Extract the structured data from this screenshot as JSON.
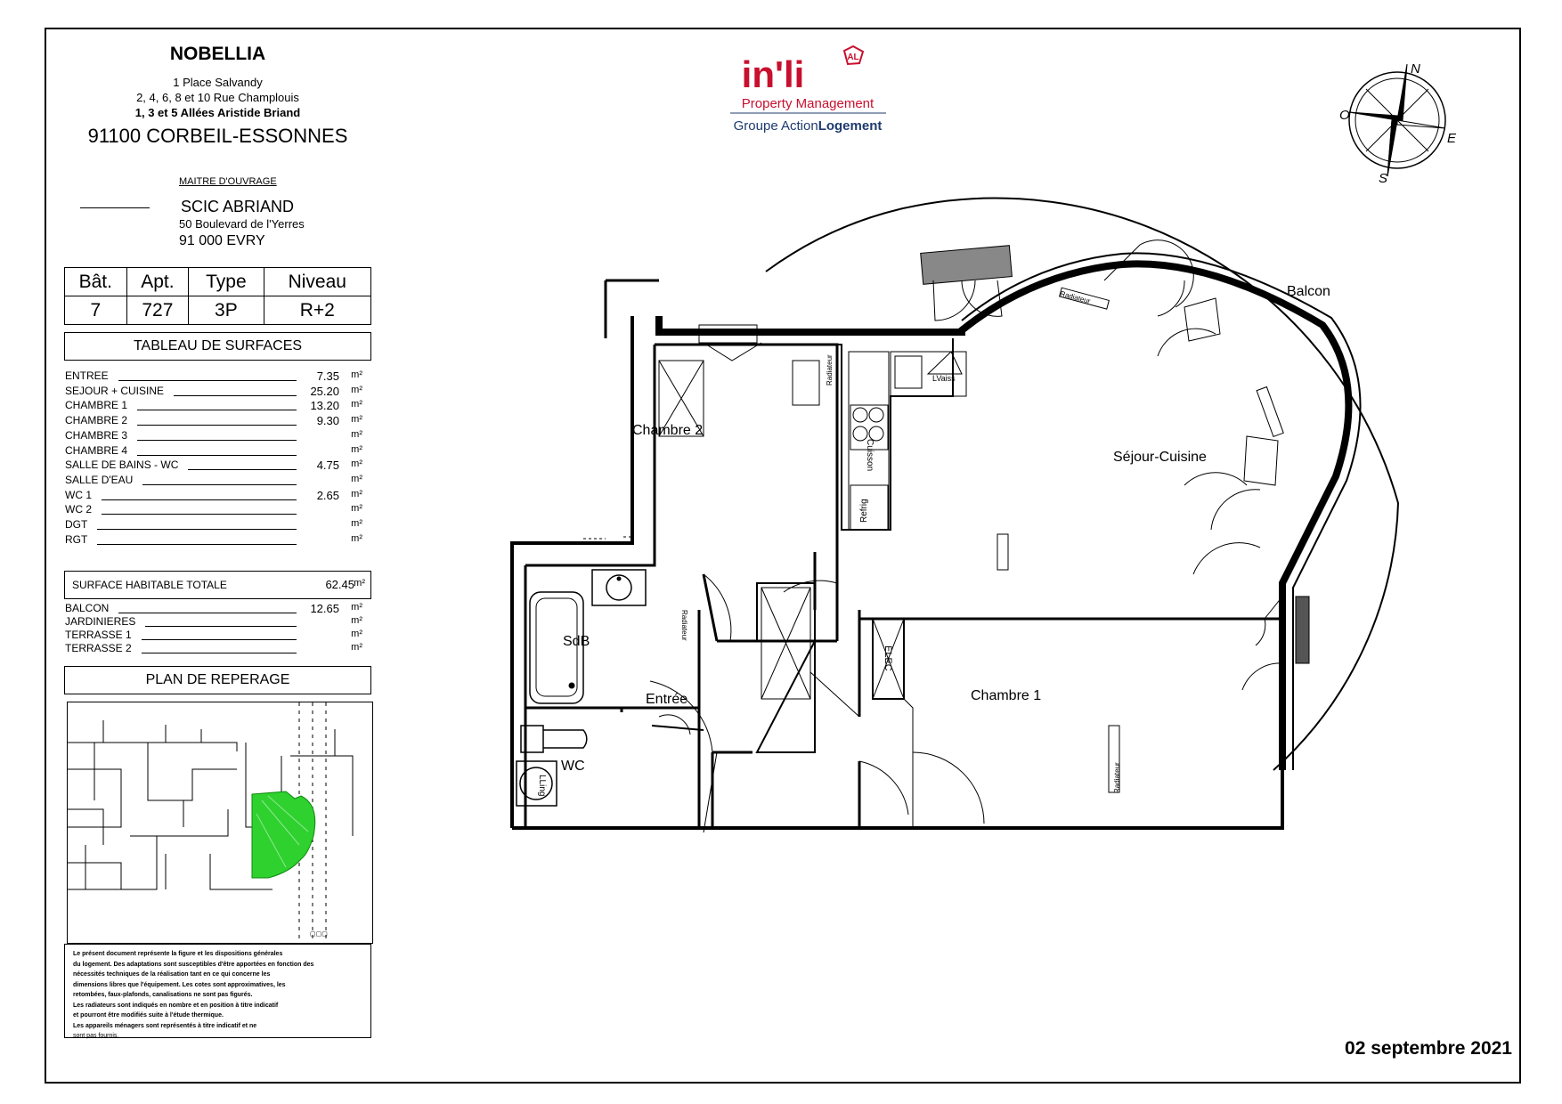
{
  "header": {
    "project": "NOBELLIA",
    "address_lines": [
      "1 Place Salvandy",
      "2, 4, 6, 8 et 10 Rue Champlouis",
      "1, 3 et 5 Allées Aristide Briand"
    ],
    "city": "91100 CORBEIL-ESSONNES",
    "owner_heading": "MAITRE D'OUVRAGE",
    "owner_name": "SCIC ABRIAND",
    "owner_street": "50 Boulevard de l'Yerres",
    "owner_city": "91 000 EVRY"
  },
  "lot": {
    "headers": [
      "Bât.",
      "Apt.",
      "Type",
      "Niveau"
    ],
    "values": [
      "7",
      "727",
      "3P",
      "R+2"
    ]
  },
  "surfaces": {
    "heading": "TABLEAU DE SURFACES",
    "unit": "m²",
    "rows": [
      {
        "label": "ENTREE",
        "value": "7.35"
      },
      {
        "label": "SEJOUR + CUISINE",
        "value": "25.20"
      },
      {
        "label": "CHAMBRE 1",
        "value": "13.20"
      },
      {
        "label": "CHAMBRE 2",
        "value": "9.30"
      },
      {
        "label": "CHAMBRE 3",
        "value": ""
      },
      {
        "label": "CHAMBRE 4",
        "value": ""
      },
      {
        "label": "SALLE DE BAINS - WC",
        "value": "4.75"
      },
      {
        "label": "SALLE D'EAU",
        "value": ""
      },
      {
        "label": "WC 1",
        "value": "2.65"
      },
      {
        "label": "WC 2",
        "value": ""
      },
      {
        "label": "DGT",
        "value": ""
      },
      {
        "label": "RGT",
        "value": ""
      }
    ],
    "total_label": "SURFACE HABITABLE TOTALE",
    "total_value": "62.45",
    "exterior_rows": [
      {
        "label": "BALCON",
        "value": "12.65"
      },
      {
        "label": "JARDINIERES",
        "value": ""
      },
      {
        "label": "TERRASSE 1",
        "value": ""
      },
      {
        "label": "TERRASSE 2",
        "value": ""
      }
    ]
  },
  "reperage": {
    "heading": "PLAN DE REPERAGE",
    "highlight_color": "#2fd12f"
  },
  "note_lines": [
    "Le présent document représente la figure et les dispositions générales",
    "du logement. Des adaptations sont susceptibles d'être apportées en fonction des",
    "nécessités techniques de la réalisation tant en ce qui concerne les",
    "dimensions libres que l'équipement. Les cotes sont approximatives, les",
    "retombées, faux-plafonds, canalisations ne sont pas figurés.",
    "Les radiateurs sont indiqués en nombre et en position à titre indicatif",
    "et pourront être modifiés suite à l'étude thermique.",
    "Les appareils ménagers sont représentés à titre indicatif et ne",
    "sont pas fournis."
  ],
  "logo": {
    "brand": "in'li",
    "badge": "AL",
    "line1": "Property Management",
    "line2a": "Groupe Action",
    "line2b": "Logement",
    "brand_color": "#c8102e",
    "navy_color": "#1f3a6e"
  },
  "compass": {
    "n": "N",
    "e": "E",
    "s": "S",
    "o": "O"
  },
  "plan": {
    "rooms": {
      "chambre2": "Chambre 2",
      "sejour": "Séjour-Cuisine",
      "balcon": "Balcon",
      "sdb": "SdB",
      "entree": "Entrée",
      "chambre1": "Chambre 1",
      "wc": "WC"
    },
    "fixtures": {
      "radiateur": "Radiateur",
      "cuisson": "Cuisson",
      "refrig": "Refrig",
      "lvaiss": "LVaiss",
      "elec": "ELEC",
      "lling": "LLing"
    }
  },
  "date": "02 septembre 2021"
}
